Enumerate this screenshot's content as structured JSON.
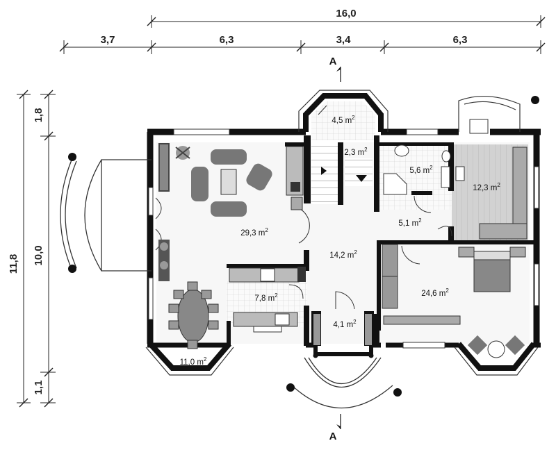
{
  "dimensions": {
    "top_total": "16,0",
    "top_segments": [
      "3,7",
      "6,3",
      "3,4",
      "6,3"
    ],
    "left_total": "11,8",
    "left_inner": "10,0",
    "left_top": "1,8",
    "left_bottom": "1,1"
  },
  "section_marker": "A",
  "rooms": [
    {
      "id": "bay-north",
      "area": "4,5 m",
      "sup": "2"
    },
    {
      "id": "stair-landing",
      "area": "2,3 m",
      "sup": "2"
    },
    {
      "id": "bathroom",
      "area": "5,6 m",
      "sup": "2"
    },
    {
      "id": "garage",
      "area": "12,3 m",
      "sup": "2"
    },
    {
      "id": "living",
      "area": "29,3 m",
      "sup": "2"
    },
    {
      "id": "hall-corridor",
      "area": "5,1 m",
      "sup": "2"
    },
    {
      "id": "hall",
      "area": "14,2 m",
      "sup": "2"
    },
    {
      "id": "bedroom",
      "area": "24,6 m",
      "sup": "2"
    },
    {
      "id": "kitchen",
      "area": "7,8 m",
      "sup": "2"
    },
    {
      "id": "vestibule",
      "area": "4,1 m",
      "sup": "2"
    },
    {
      "id": "dining",
      "area": "11,0 m",
      "sup": "2"
    }
  ]
}
